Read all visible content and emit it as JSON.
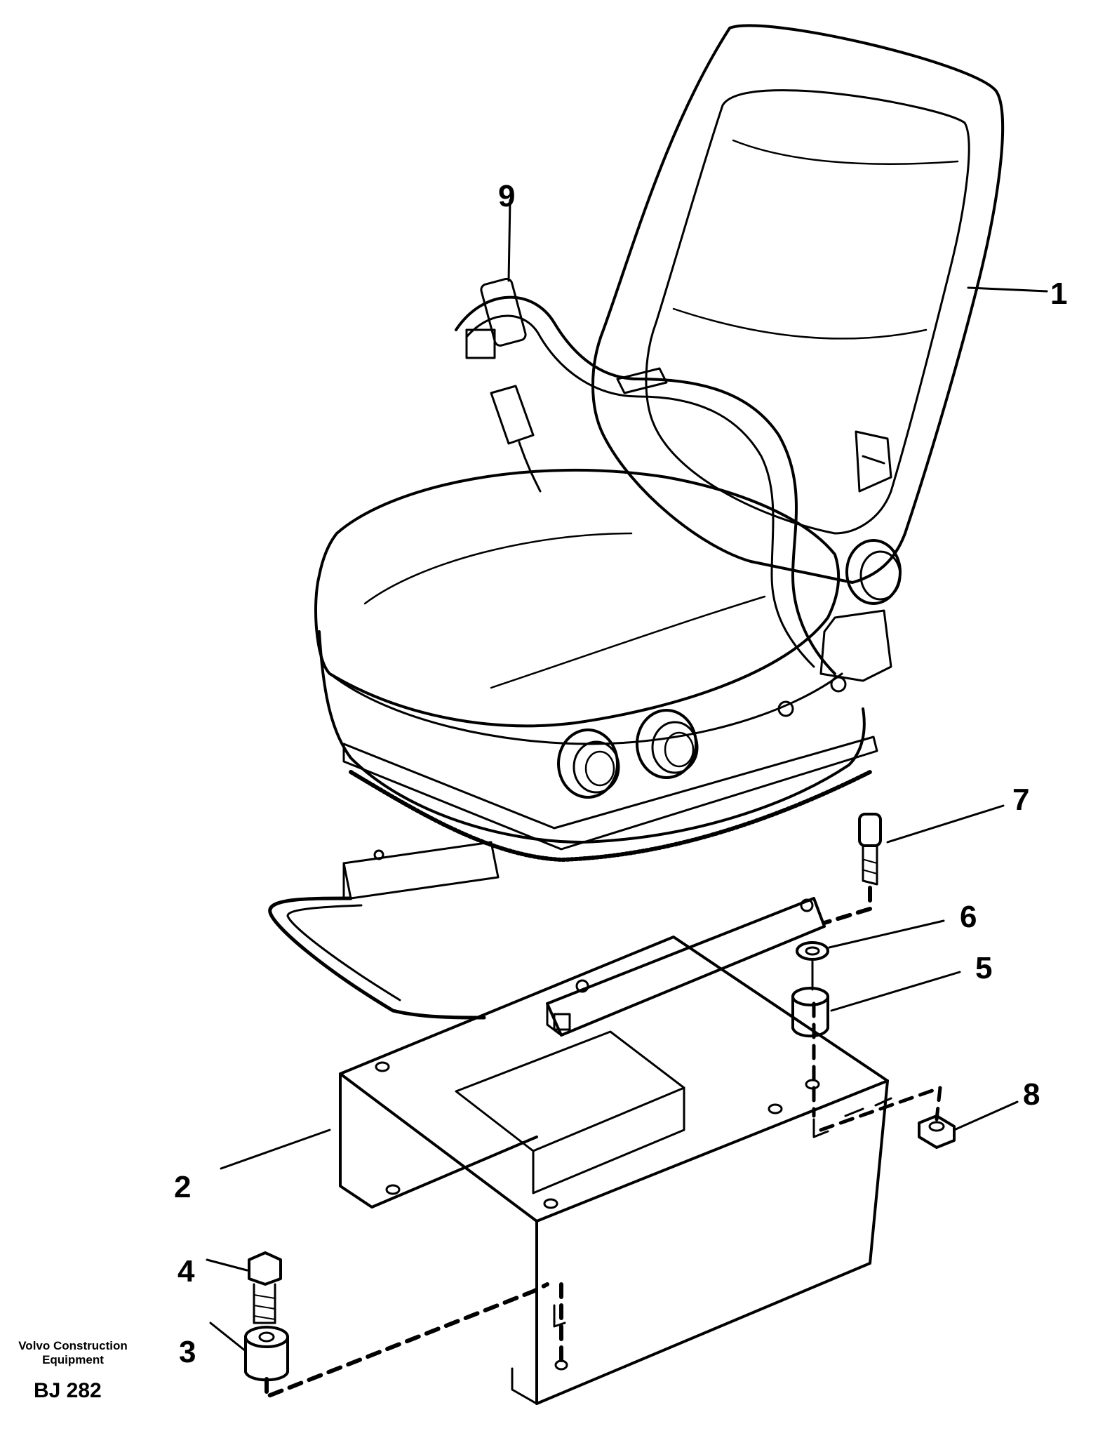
{
  "callouts": [
    {
      "id": "seat",
      "label": "1"
    },
    {
      "id": "bracket",
      "label": "2"
    },
    {
      "id": "spacer-bottom",
      "label": "3"
    },
    {
      "id": "bolt-bottom",
      "label": "4"
    },
    {
      "id": "spacer-top",
      "label": "5"
    },
    {
      "id": "washer",
      "label": "6"
    },
    {
      "id": "bolt-top",
      "label": "7"
    },
    {
      "id": "nut",
      "label": "8"
    },
    {
      "id": "seat-belt",
      "label": "9"
    }
  ],
  "footer": {
    "brand_line1": "Volvo Construction",
    "brand_line2": "Equipment",
    "code": "BJ 282"
  },
  "colors": {
    "ink": "#000000",
    "paper": "#ffffff"
  }
}
